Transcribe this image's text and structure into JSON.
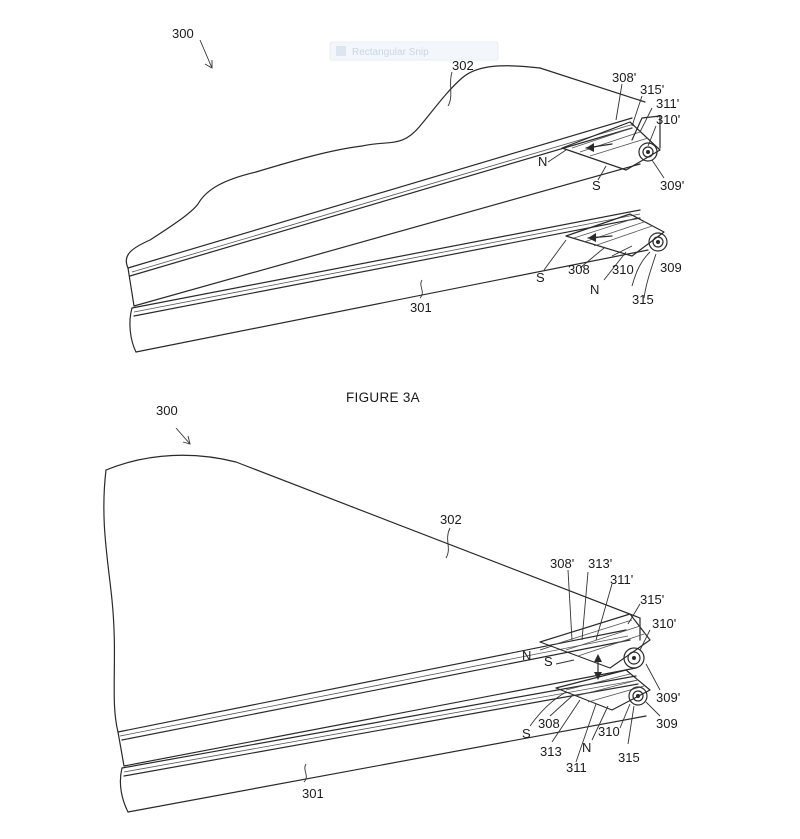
{
  "overlay_tooltip": "Rectangular Snip",
  "figure_a": {
    "caption": "FIGURE 3A",
    "labels": {
      "assembly": "300",
      "upper_panel": "302",
      "lower_panel": "301",
      "upper_magnet_housing": "308'",
      "upper_cover": "315'",
      "upper_bracket": "311'",
      "upper_pivot": "310'",
      "upper_roller": "309'",
      "lower_magnet_housing": "308",
      "lower_pivot": "310",
      "lower_roller": "309",
      "lower_cover": "315",
      "pole_n_upper": "N",
      "pole_s_upper": "S",
      "pole_s_lower": "S",
      "pole_n_lower": "N"
    }
  },
  "figure_b": {
    "labels": {
      "assembly": "300",
      "upper_panel": "302",
      "lower_panel": "301",
      "upper_magnet_housing": "308'",
      "upper_magnet": "313'",
      "upper_bracket": "311'",
      "upper_cover": "315'",
      "upper_pivot": "310'",
      "pole_n_upper": "N",
      "pole_s_upper": "S",
      "upper_roller": "309'",
      "lower_roller": "309",
      "lower_magnet_housing": "308",
      "pole_s_lower": "S",
      "pole_n_lower": "N",
      "lower_pivot": "310",
      "lower_magnet": "313",
      "lower_bracket": "311",
      "lower_cover": "315"
    }
  }
}
